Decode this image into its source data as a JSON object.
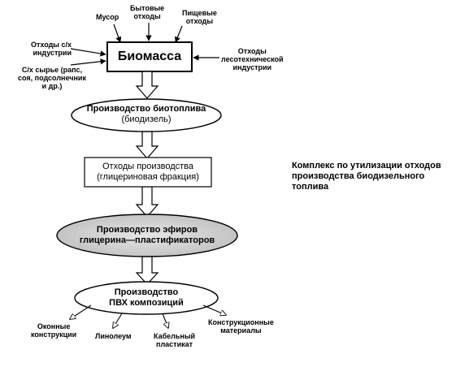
{
  "inputs": {
    "trash": "Мусор",
    "household": "Бытовые\nотходы",
    "food": "Пищевые\nотходы",
    "agro_waste": "Отходы с/х\nиндустрии",
    "agro_raw": "С/х сырье (рапс,\nсоя, подсолнечник\nи др.)",
    "forestry": "Отходы\nлесотехнической\nиндустрии"
  },
  "nodes": {
    "biomass": "Биомасса",
    "biofuel": "Производство биотоплива",
    "biofuel_sub": "(биодизель)",
    "waste": "Отходы производства",
    "waste_sub": "(глицериновая фракция)",
    "esters": "Производство эфиров\nглицерина—пластификаторов",
    "pvc": "Производство\nПВХ композиций"
  },
  "outputs": {
    "windows": "Оконные\nконструкции",
    "linoleum": "Линолеум",
    "cable": "Кабельный\nпластикат",
    "construction": "Конструкционные\nматериалы"
  },
  "caption": "Комплекс по утилизации отходов\nпроизводства биодизельного\nтоплива",
  "colors": {
    "ink": "#000000",
    "ellipse_shade": "#c8c8c8",
    "paper": "#ffffff"
  }
}
